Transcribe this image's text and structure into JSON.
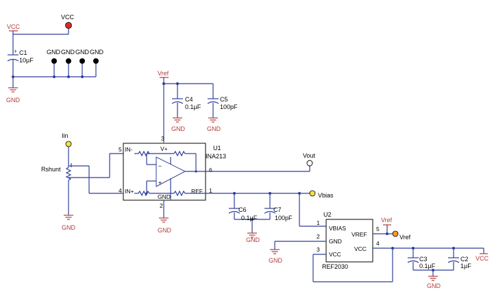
{
  "labels": {
    "vcc": "VCC",
    "gnd": "GND",
    "vref": "Vref",
    "iin": "Iin",
    "vout": "Vout",
    "vbias": "Vbias",
    "rshunt": "Rshunt"
  },
  "components": {
    "c1": {
      "ref": "C1",
      "value": "10µF",
      "polarity": "+"
    },
    "c2": {
      "ref": "C2",
      "value": "1µF"
    },
    "c3": {
      "ref": "C3",
      "value": "0.1µF"
    },
    "c4": {
      "ref": "C4",
      "value": "0.1µF"
    },
    "c5": {
      "ref": "C5",
      "value": "100pF"
    },
    "c6": {
      "ref": "C6",
      "value": "0.1µF"
    },
    "c7": {
      "ref": "C7",
      "value": "100pF"
    },
    "u1": {
      "ref": "U1",
      "part": "INA213",
      "pins": {
        "in_minus": "IN-",
        "in_plus": "IN+",
        "vplus": "V+",
        "gnd": "GND",
        "ref": "REF"
      },
      "pin_numbers": {
        "in_minus": "5",
        "in_plus": "4",
        "vplus": "3",
        "gnd": "2",
        "ref": "1",
        "out": "6"
      },
      "amp_minus": "−",
      "amp_plus": "+"
    },
    "u2": {
      "ref": "U2",
      "part": "REF2030",
      "pins": {
        "vbias": "VBIAS",
        "gnd": "GND",
        "vcc_l": "VCC",
        "vref": "VREF",
        "vcc_r": "VCC"
      },
      "pin_numbers": {
        "vbias": "1",
        "gnd": "2",
        "vcc_l": "3",
        "vref": "5",
        "vcc_r": "4"
      }
    }
  },
  "colors": {
    "wire": "#2f3f9a",
    "power": "#b33a3a",
    "iin_marker": "#f2e046",
    "vref_marker": "#f39a2a",
    "vcc_marker": "#d92a2a"
  }
}
